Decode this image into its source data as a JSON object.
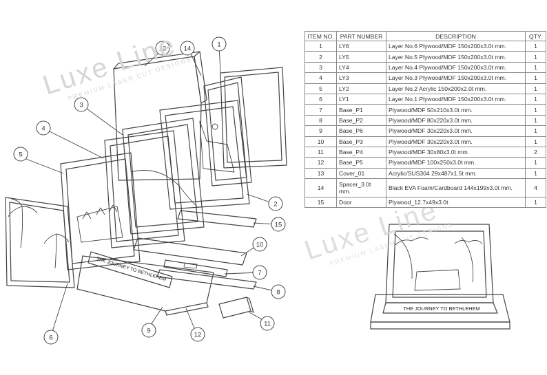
{
  "bom": {
    "headers": [
      "ITEM NO.",
      "PART NUMBER",
      "DESCRIPTION",
      "QTY."
    ],
    "rows": [
      {
        "item": "1",
        "part": "LY6",
        "desc": "Layer No.6 Plywood/MDF 150x200x3.0t mm.",
        "qty": "1"
      },
      {
        "item": "2",
        "part": "LY5",
        "desc": "Layer No.5 Plywood/MDF 150x200x3.0t mm.",
        "qty": "1"
      },
      {
        "item": "3",
        "part": "LY4",
        "desc": "Layer No.4 Plywood/MDF 150x200x3.0t mm.",
        "qty": "1"
      },
      {
        "item": "4",
        "part": "LY3",
        "desc": "Layer No.3 Plywood/MDF 150x200x3.0t mm.",
        "qty": "1"
      },
      {
        "item": "5",
        "part": "LY2",
        "desc": "Layer No.2 Acrylic 150x200x2.0t mm.",
        "qty": "1"
      },
      {
        "item": "6",
        "part": "LY1",
        "desc": "Layer No.1 Plywood/MDF 150x200x3.0t mm.",
        "qty": "1"
      },
      {
        "item": "7",
        "part": "Base_P1",
        "desc": "Plywood/MDF 50x210x3.0t mm.",
        "qty": "1"
      },
      {
        "item": "8",
        "part": "Base_P2",
        "desc": "Plywood/MDF 80x220x3.0t mm.",
        "qty": "1"
      },
      {
        "item": "9",
        "part": "Base_P6",
        "desc": "Plywood/MDF 30x220x3.0t mm.",
        "qty": "1"
      },
      {
        "item": "10",
        "part": "Base_P3",
        "desc": "Plywood/MDF 30x220x3.0t mm.",
        "qty": "1"
      },
      {
        "item": "11",
        "part": "Base_P4",
        "desc": "Plywood/MDF 30x80x3.0t mm.",
        "qty": "2"
      },
      {
        "item": "12",
        "part": "Base_P5",
        "desc": "Plywood/MDF 100x250x3.0t mm.",
        "qty": "1"
      },
      {
        "item": "13",
        "part": "Cover_01",
        "desc": "Acrylic/SUS304 29x487x1.5t mm.",
        "qty": "1"
      },
      {
        "item": "14",
        "part": "Spacer_3.0t mm.",
        "desc": "Black EVA Foam/Cardboard 144x199x3.0t mm.",
        "qty": "4"
      },
      {
        "item": "15",
        "part": "Door",
        "desc": "Plywood_12.7x49x3.0t",
        "qty": "1"
      }
    ]
  },
  "callouts": [
    "1",
    "2",
    "3",
    "4",
    "5",
    "6",
    "7",
    "8",
    "9",
    "10",
    "11",
    "12",
    "13",
    "14",
    "15"
  ],
  "plaque_text": "THE JOURNEY TO BETHLEHEM",
  "watermark": {
    "brand": "Luxe Line",
    "tagline": "PREMIUM LASER CUT DESIGNS"
  },
  "colors": {
    "line": "#444444",
    "table_border": "#8a8a8a",
    "watermark": "#d6d6d6"
  }
}
